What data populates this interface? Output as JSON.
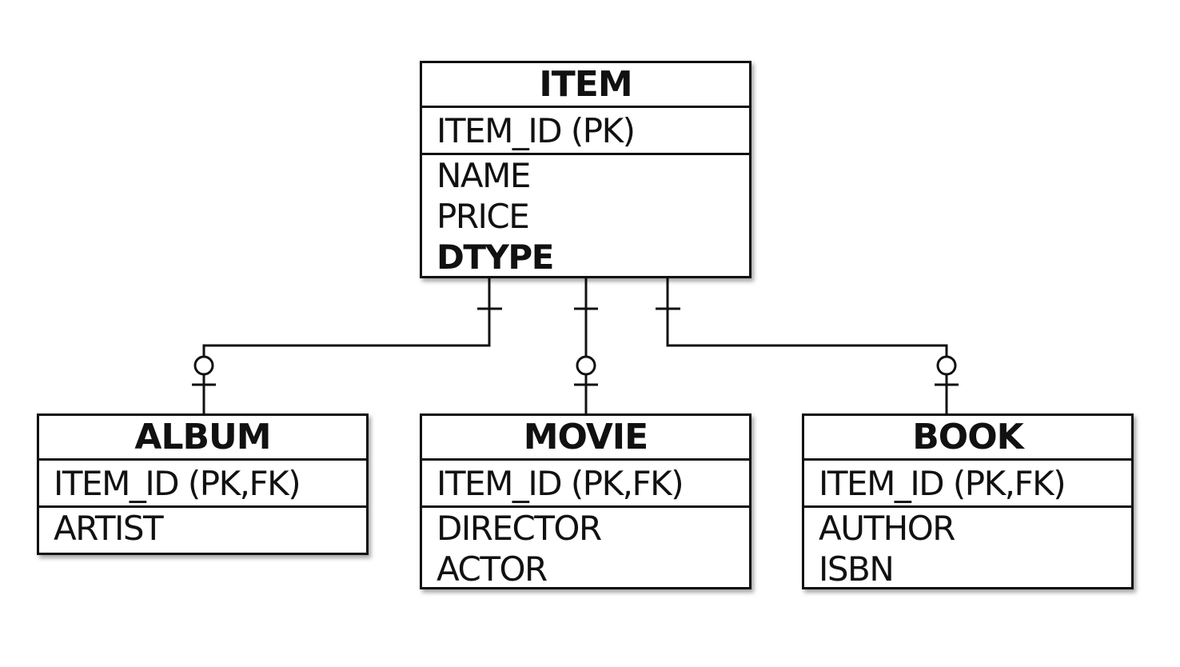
{
  "entities": {
    "item": {
      "title": "ITEM",
      "pk": "ITEM_ID (PK)",
      "attrs": [
        "NAME",
        "PRICE",
        "DTYPE"
      ]
    },
    "album": {
      "title": "ALBUM",
      "pk": "ITEM_ID (PK,FK)",
      "attrs": [
        "ARTIST"
      ]
    },
    "movie": {
      "title": "MOVIE",
      "pk": "ITEM_ID (PK,FK)",
      "attrs": [
        "DIRECTOR",
        "ACTOR"
      ]
    },
    "book": {
      "title": "BOOK",
      "pk": "ITEM_ID (PK,FK)",
      "attrs": [
        "AUTHOR",
        "ISBN"
      ]
    }
  },
  "relationships": [
    {
      "from": "item",
      "to": "album",
      "from_cardinality": "one",
      "to_cardinality": "zero-or-one"
    },
    {
      "from": "item",
      "to": "movie",
      "from_cardinality": "one",
      "to_cardinality": "zero-or-one"
    },
    {
      "from": "item",
      "to": "book",
      "from_cardinality": "one",
      "to_cardinality": "zero-or-one"
    }
  ],
  "colors": {
    "line": "#111111",
    "background": "#ffffff"
  }
}
